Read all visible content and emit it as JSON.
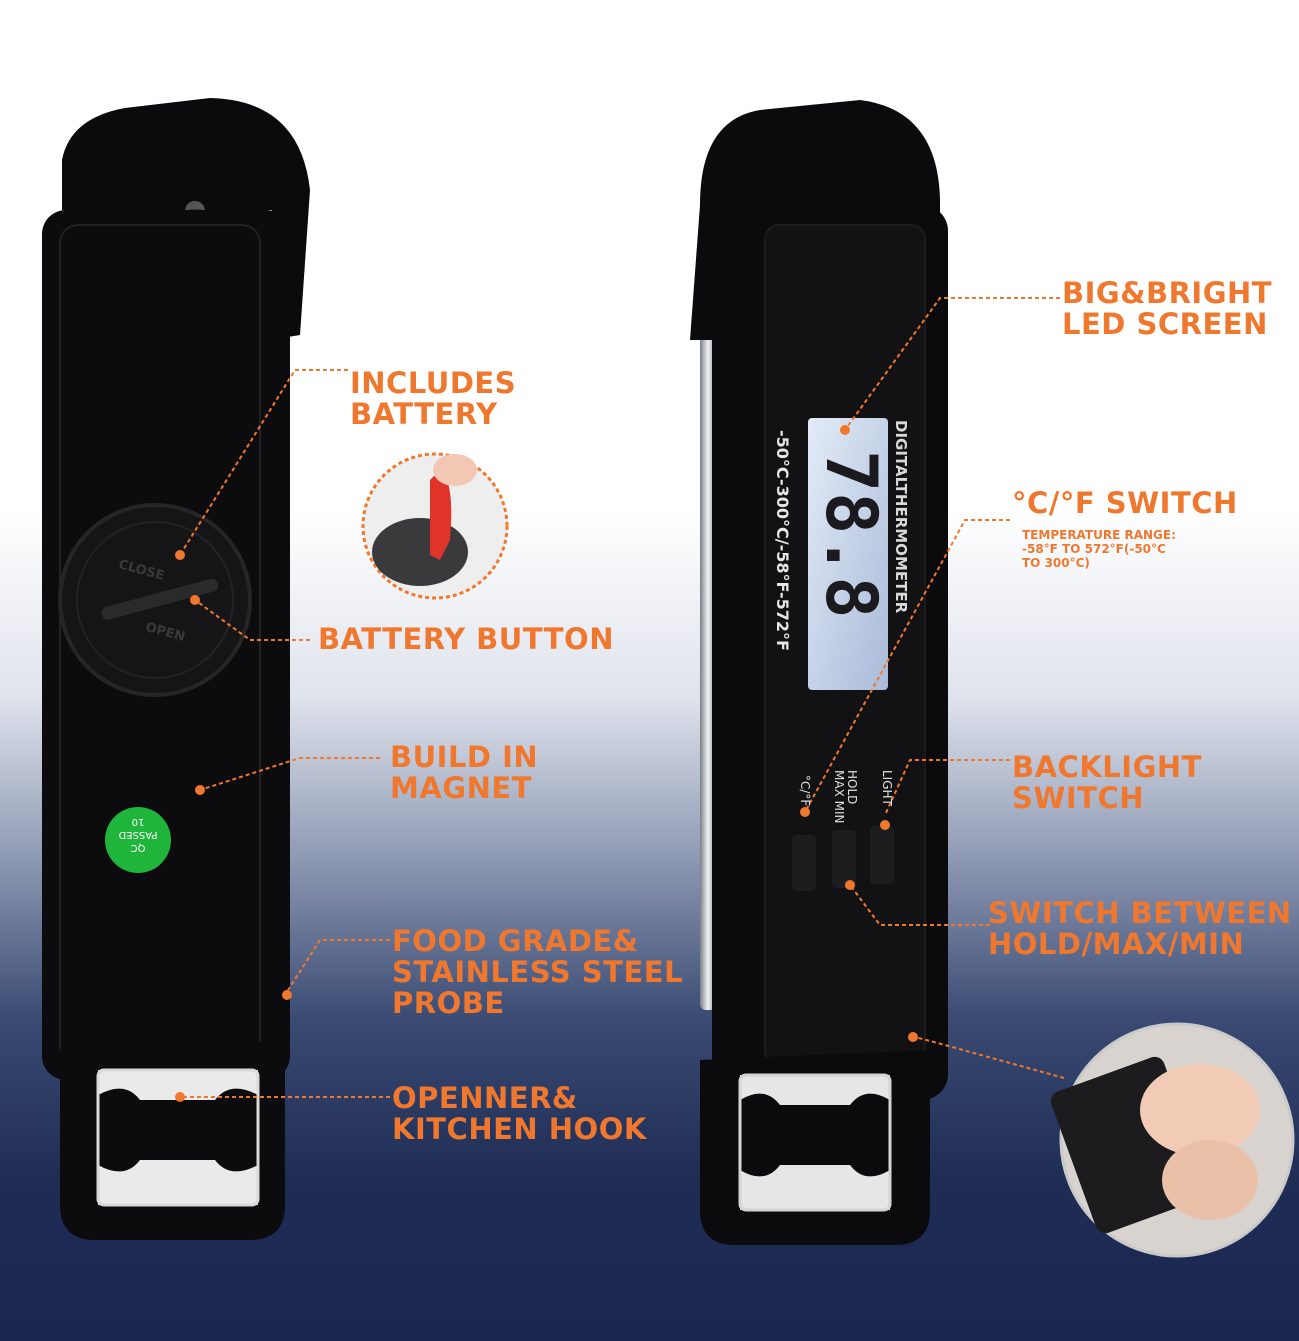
{
  "labels": {
    "includes_battery": [
      "INCLUDES",
      "BATTERY"
    ],
    "battery_button": "BATTERY BUTTON",
    "build_in_magnet": [
      "BUILD IN",
      "MAGNET"
    ],
    "probe": [
      "FOOD GRADE&",
      "STAINLESS STEEL",
      "PROBE"
    ],
    "openner": [
      "OPENNER&",
      "KITCHEN HOOK"
    ],
    "led_screen": [
      "BIG&BRIGHT",
      "LED SCREEN"
    ],
    "unit_switch": "°C/°F SWITCH",
    "temp_range": [
      "TEMPERATURE RANGE:",
      "-58°F TO 572°F(-50°C",
      "TO 300°C)"
    ],
    "backlight": [
      "BACKLIGHT",
      "SWITCH"
    ],
    "hold_max_min": [
      "SWITCH BETWEEN",
      "HOLD/MAX/MIN"
    ]
  },
  "device_left": {
    "battery_cap": {
      "close": "CLOSE",
      "open": "OPEN"
    },
    "qc_sticker": {
      "line1": "QC",
      "line2": "PASSED",
      "line3": "10"
    }
  },
  "device_right": {
    "brand_text": "DIGITALTHERMOMETER",
    "range_text": "-50°C-300°C/-58°F-572°F",
    "lcd_reading": "78.8",
    "button_labels": [
      "LIGHT",
      "HOLD MAX MIN",
      "°C/°F"
    ]
  },
  "colors": {
    "accent": "#f0782e",
    "device": "#0b0b0d",
    "lcd": "#c7d3e6",
    "qc_green": "#1fb53b"
  }
}
